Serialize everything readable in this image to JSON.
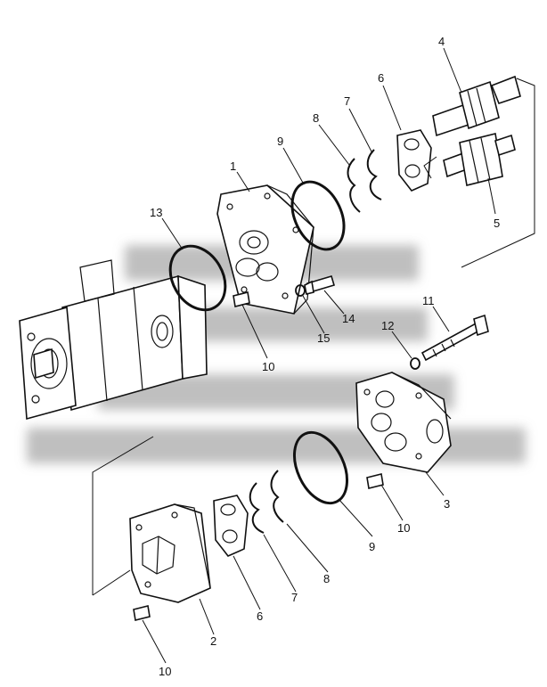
{
  "diagram": {
    "callouts": {
      "c1": "1",
      "c2": "2",
      "c3": "3",
      "c4": "4",
      "c5": "5",
      "c6a": "6",
      "c6b": "6",
      "c7a": "7",
      "c7b": "7",
      "c8a": "8",
      "c8b": "8",
      "c9a": "9",
      "c9b": "9",
      "c10a": "10",
      "c10b": "10",
      "c10c": "10",
      "c11": "11",
      "c12": "12",
      "c13": "13",
      "c14": "14",
      "c15": "15"
    },
    "colors": {
      "ink": "#111111",
      "paper": "#ffffff",
      "watermark": "#8a8a8a"
    }
  }
}
